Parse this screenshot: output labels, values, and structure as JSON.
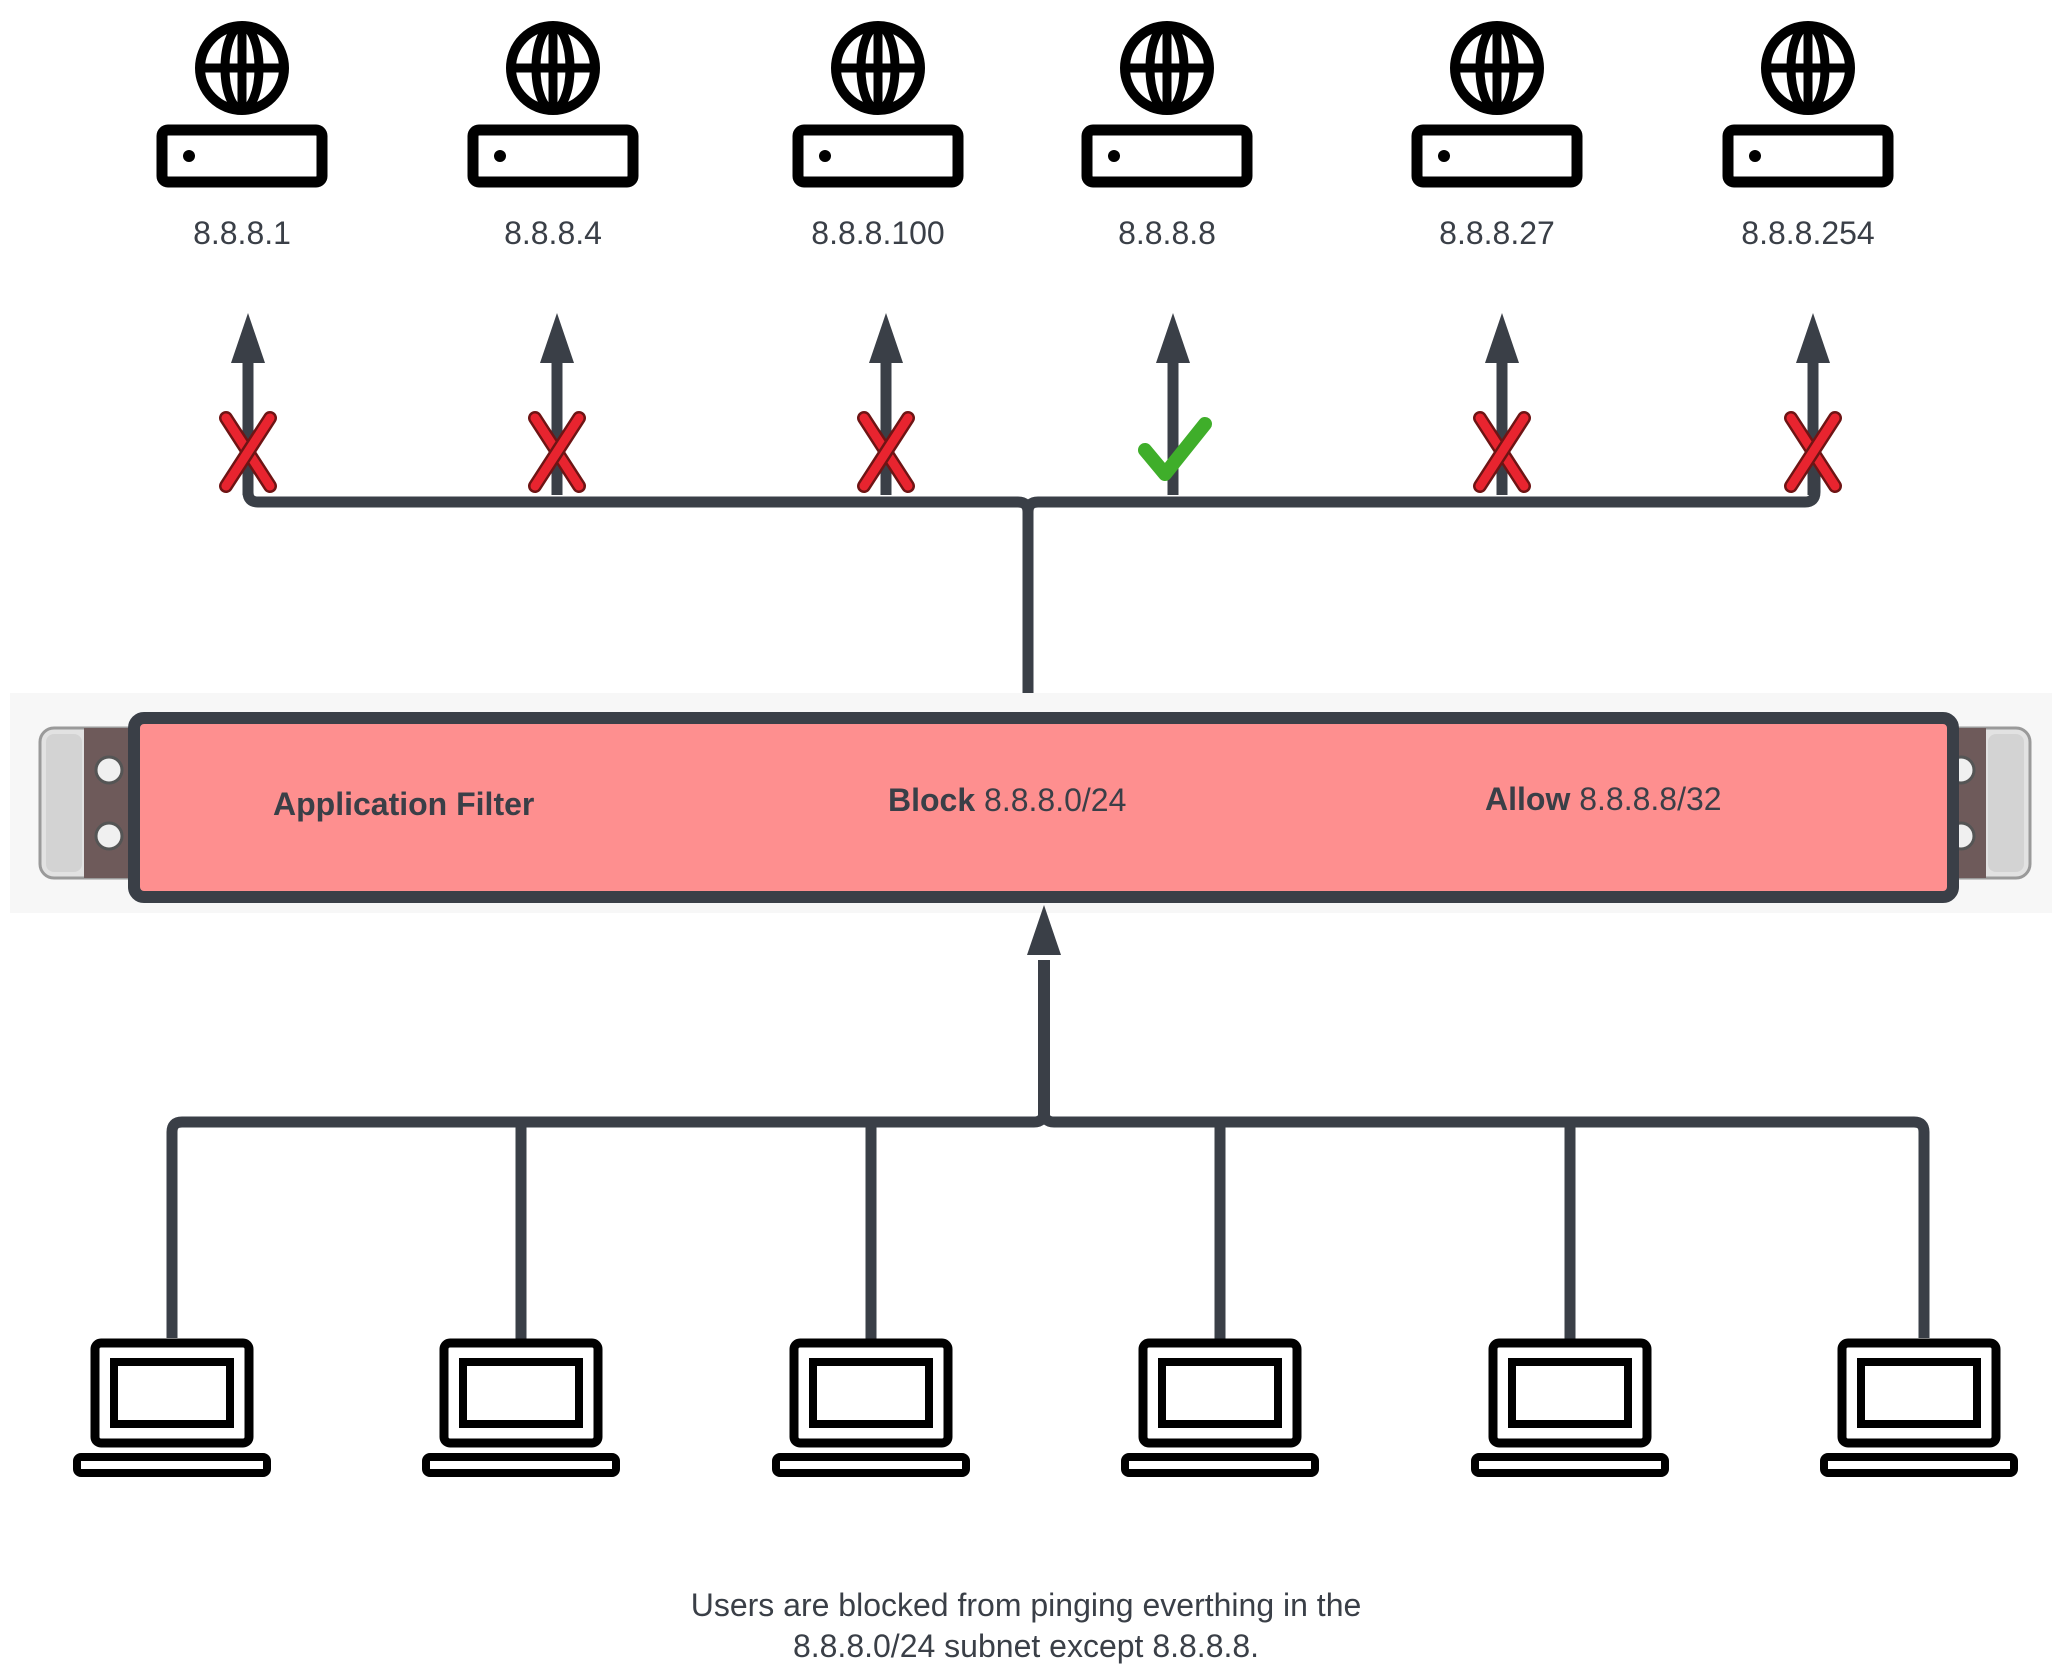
{
  "servers": [
    {
      "ip": "8.8.8.1",
      "status": "blocked",
      "icon": "globe-server-icon"
    },
    {
      "ip": "8.8.8.4",
      "status": "blocked",
      "icon": "globe-server-icon"
    },
    {
      "ip": "8.8.8.100",
      "status": "blocked",
      "icon": "globe-server-icon"
    },
    {
      "ip": "8.8.8.8",
      "status": "allowed",
      "icon": "globe-server-icon"
    },
    {
      "ip": "8.8.8.27",
      "status": "blocked",
      "icon": "globe-server-icon"
    },
    {
      "ip": "8.8.8.254",
      "status": "blocked",
      "icon": "globe-server-icon"
    }
  ],
  "firewall": {
    "title": "Application Filter",
    "block_keyword": "Block",
    "block_value": "8.8.8.0/24",
    "allow_keyword": "Allow",
    "allow_value": "8.8.8.8/32"
  },
  "clients": [
    {
      "icon": "laptop-icon"
    },
    {
      "icon": "laptop-icon"
    },
    {
      "icon": "laptop-icon"
    },
    {
      "icon": "laptop-icon"
    },
    {
      "icon": "laptop-icon"
    },
    {
      "icon": "laptop-icon"
    }
  ],
  "caption": {
    "line1": "Users are blocked from pinging everthing in the",
    "line2": "8.8.8.0/24 subnet except 8.8.8.8."
  },
  "colors": {
    "line": "#3a3f47",
    "firewall_fill": "#fe8f8f",
    "block_mark": "#e8242f",
    "allow_mark": "#3fae2a",
    "icon": "#000000"
  }
}
